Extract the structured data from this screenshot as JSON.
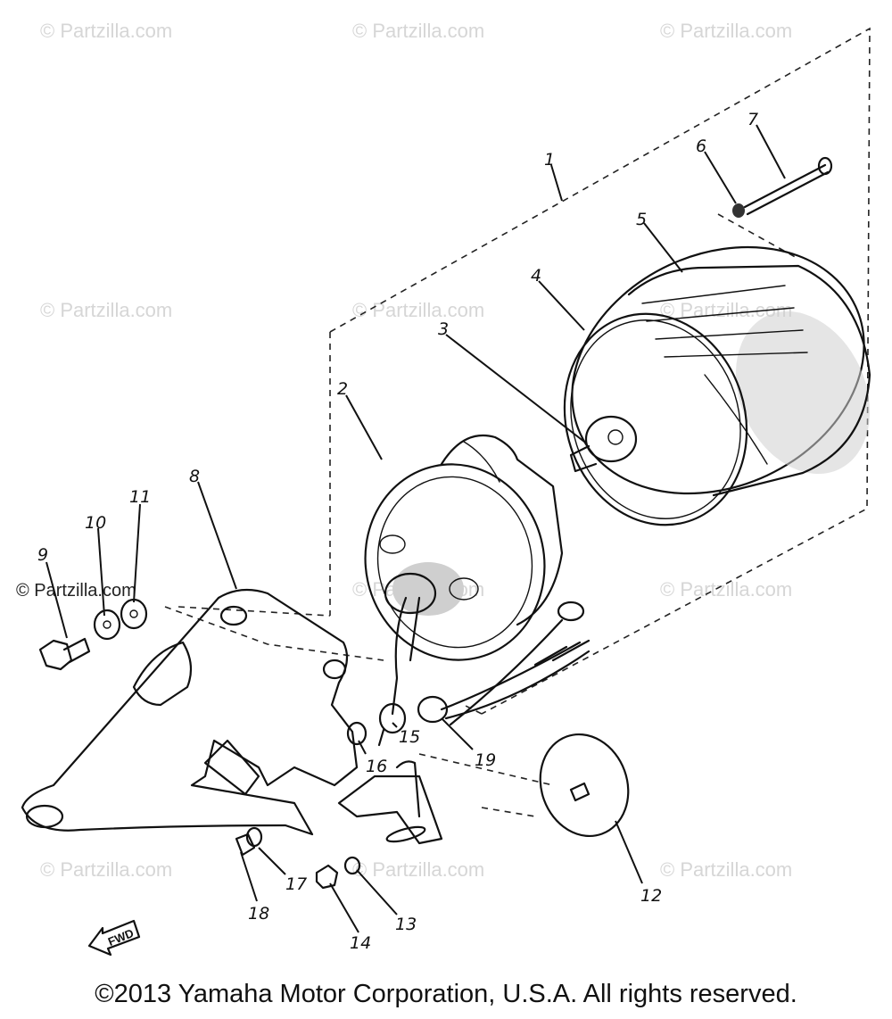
{
  "watermarks": [
    "© Partzilla.com",
    "© Partzilla.com",
    "© Partzilla.com",
    "© Partzilla.com",
    "© Partzilla.com",
    "© Partzilla.com",
    "© Partzilla.com",
    "© Partzilla.com",
    "© Partzilla.com",
    "© Partzilla.com",
    "© Partzilla.com",
    "© Partzilla.com"
  ],
  "callouts": [
    "1",
    "2",
    "3",
    "4",
    "5",
    "6",
    "7",
    "8",
    "9",
    "10",
    "11",
    "12",
    "13",
    "14",
    "15",
    "16",
    "17",
    "18",
    "19"
  ],
  "fwd_label": "FWD",
  "copyright": "©2013 Yamaha Motor Corporation, U.S.A. All rights reserved."
}
